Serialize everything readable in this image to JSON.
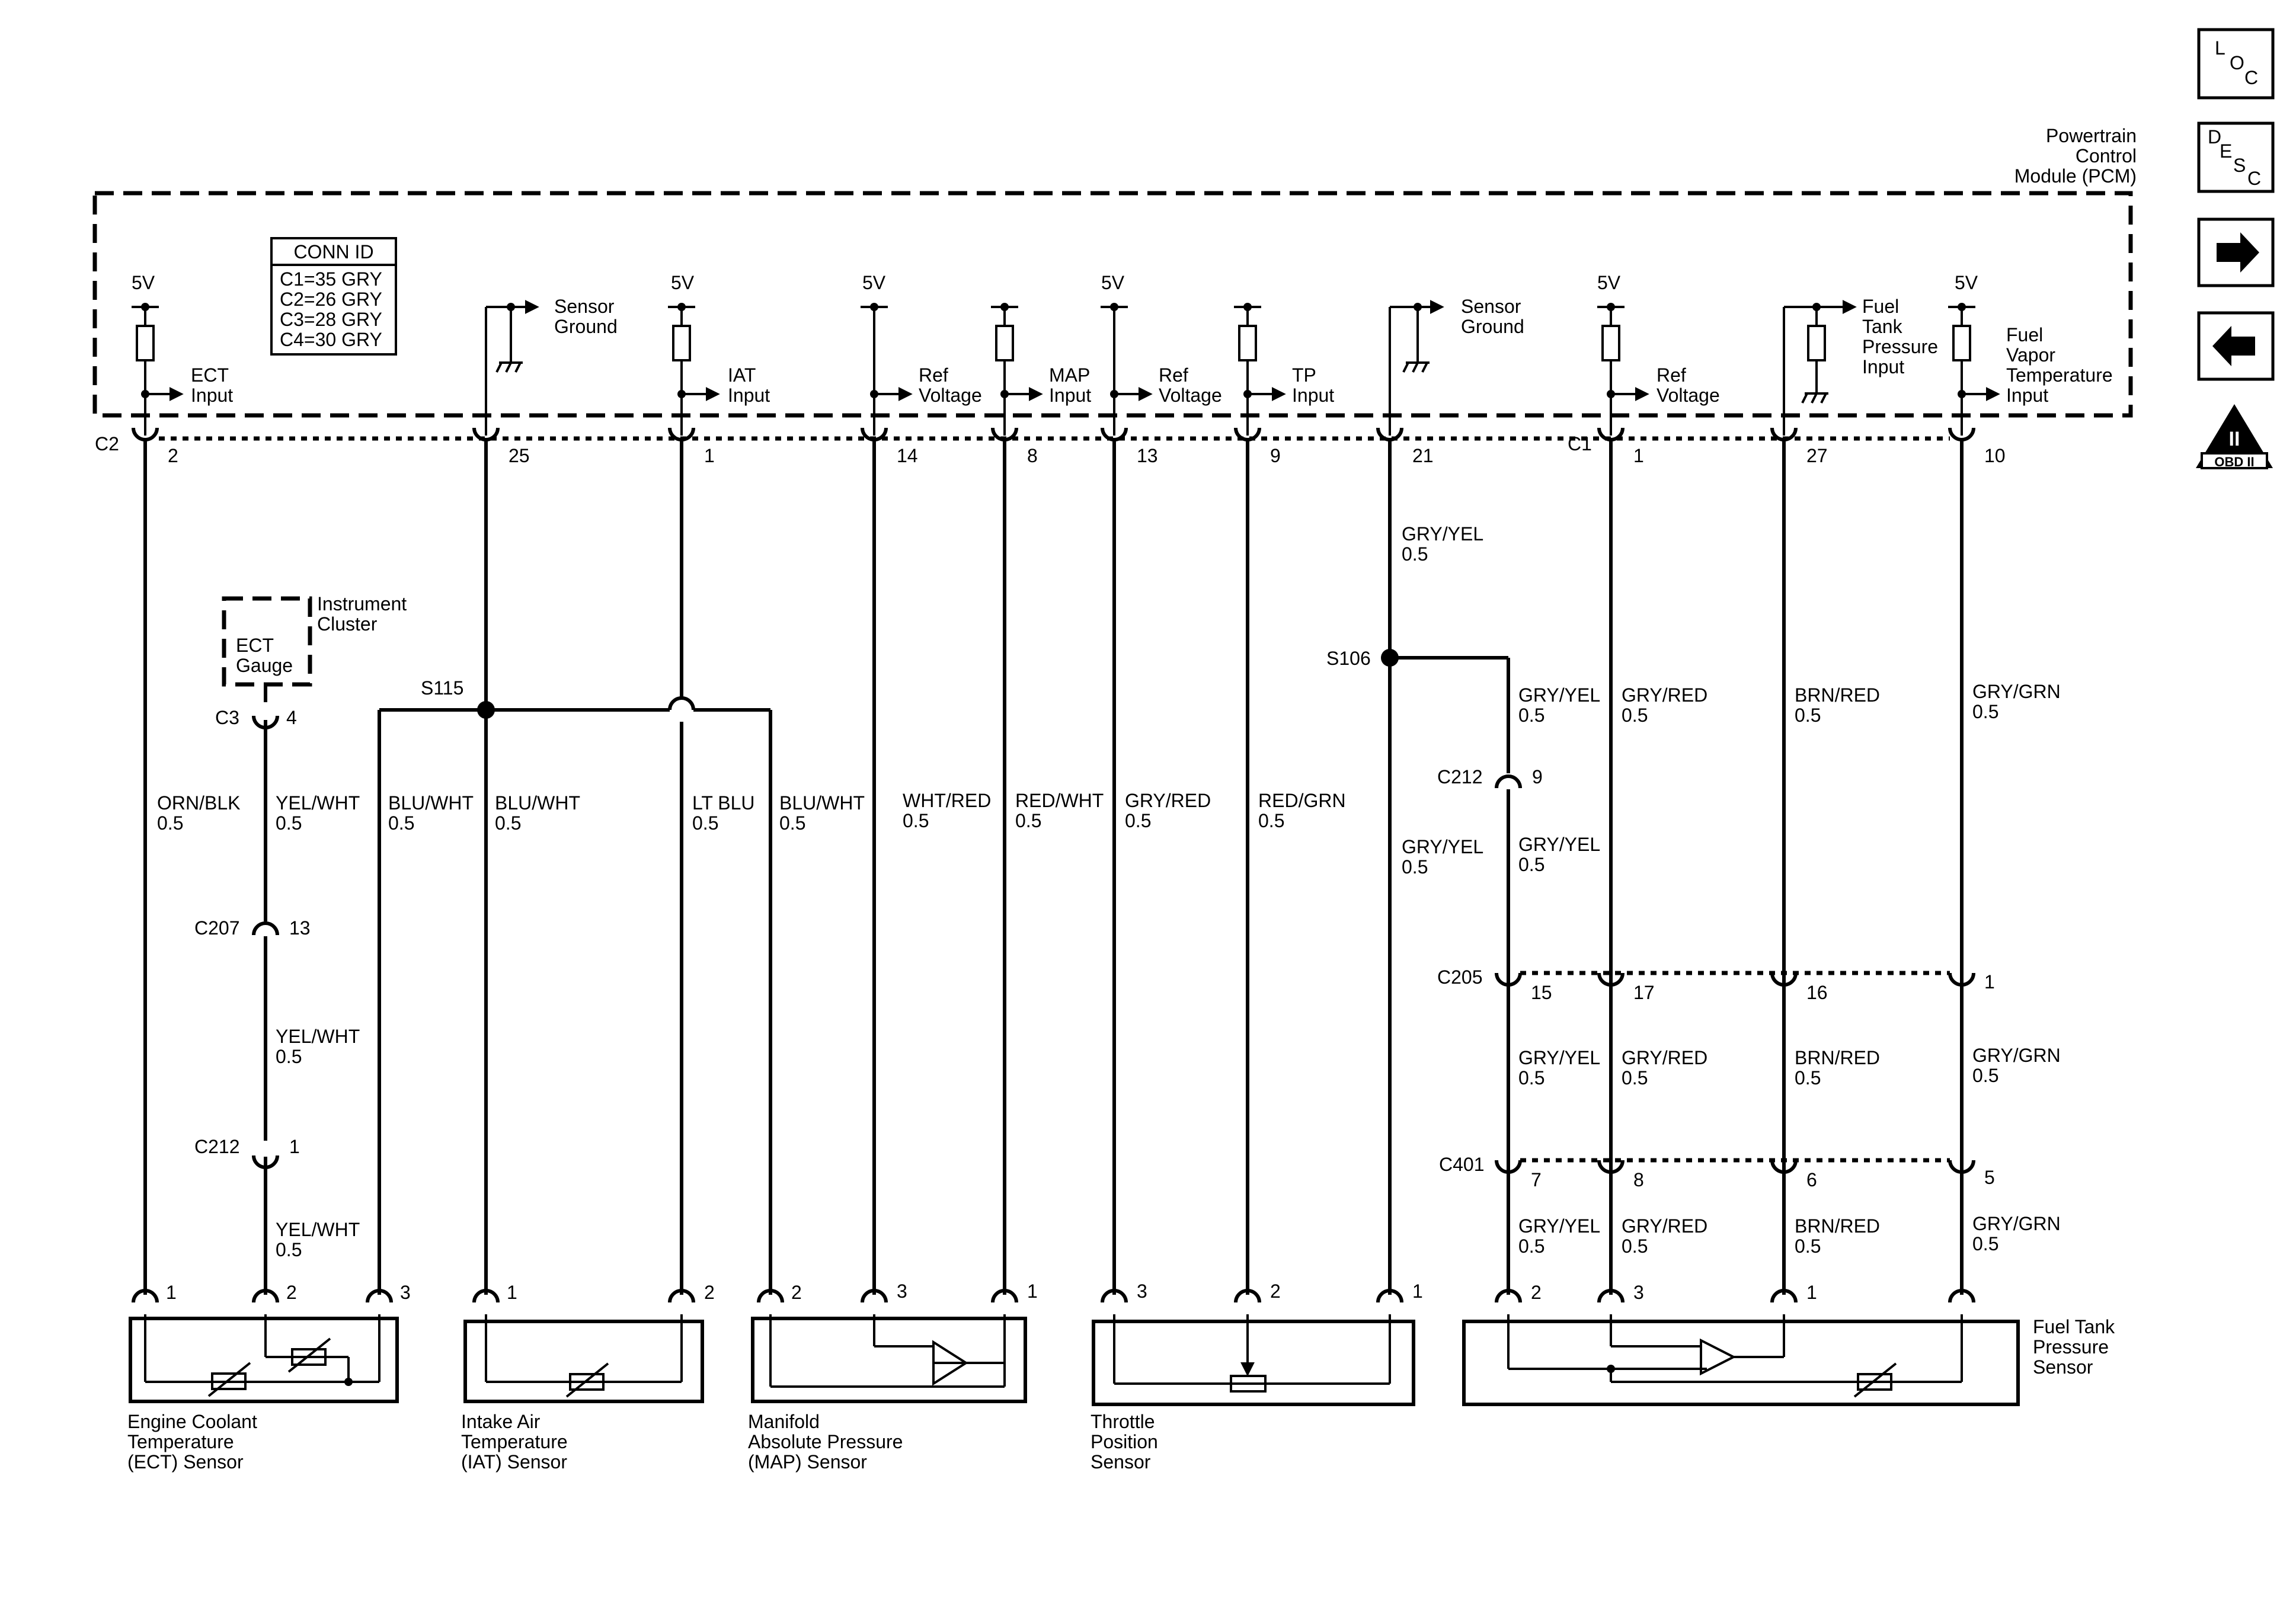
{
  "module": {
    "name": [
      "Powertrain",
      "Control",
      "Module (PCM)"
    ]
  },
  "conn_id": {
    "title": "CONN ID",
    "rows": [
      "C1=35 GRY",
      "C2=26 GRY",
      "C3=28 GRY",
      "C4=30 GRY"
    ]
  },
  "pcm_labels": {
    "v5": "5V",
    "ect_input": [
      "ECT",
      "Input"
    ],
    "sensor_ground": [
      "Sensor",
      "Ground"
    ],
    "iat_input": [
      "IAT",
      "Input"
    ],
    "ref_voltage": [
      "Ref",
      "Voltage"
    ],
    "map_input": [
      "MAP",
      "Input"
    ],
    "tp_input": [
      "TP",
      "Input"
    ],
    "fuel_tank_pressure_input": [
      "Fuel",
      "Tank",
      "Pressure",
      "Input"
    ],
    "fuel_vapor_temp_input": [
      "Fuel",
      "Vapor",
      "Temperature",
      "Input"
    ]
  },
  "connectors": {
    "c2": "C2",
    "c1": "C1",
    "c3": "C3",
    "c207": "C207",
    "c212": "C212",
    "c205": "C205",
    "c401": "C401",
    "s115": "S115",
    "s106": "S106"
  },
  "pins": {
    "pcm": [
      "2",
      "25",
      "1",
      "14",
      "8",
      "13",
      "9",
      "21",
      "1",
      "27",
      "10"
    ],
    "c3": "4",
    "c207": "13",
    "c212_left": "1",
    "c212_right": "9",
    "c205": [
      "15",
      "17",
      "16",
      "1"
    ],
    "c401": [
      "7",
      "8",
      "6",
      "5"
    ],
    "ect_sensor": [
      "1",
      "2",
      "3"
    ],
    "iat_sensor": [
      "1",
      "2"
    ],
    "map_sensor": [
      "2",
      "3",
      "1"
    ],
    "tp_sensor": [
      "3",
      "2",
      "1"
    ],
    "ftp_sensor": [
      "2",
      "3",
      "1"
    ]
  },
  "instrument_cluster": {
    "name": [
      "Instrument",
      "Cluster"
    ],
    "gauge": [
      "ECT",
      "Gauge"
    ]
  },
  "wires": {
    "orn_blk": "ORN/BLK",
    "yel_wht": "YEL/WHT",
    "blu_wht": "BLU/WHT",
    "lt_blu": "LT BLU",
    "wht_red": "WHT/RED",
    "red_wht": "RED/WHT",
    "gry_red": "GRY/RED",
    "red_grn": "RED/GRN",
    "gry_yel": "GRY/YEL",
    "brn_red": "BRN/RED",
    "gry_grn": "GRY/GRN",
    "size": "0.5"
  },
  "sensors": {
    "ect": [
      "Engine Coolant",
      "Temperature",
      "(ECT) Sensor"
    ],
    "iat": [
      "Intake Air",
      "Temperature",
      "(IAT) Sensor"
    ],
    "map": [
      "Manifold",
      "Absolute Pressure",
      "(MAP) Sensor"
    ],
    "tp": [
      "Throttle",
      "Position",
      "Sensor"
    ],
    "ftp": [
      "Fuel Tank",
      "Pressure",
      "Sensor"
    ]
  },
  "side_icons": {
    "loc": [
      "L",
      "O",
      "C"
    ],
    "desc": [
      "D",
      "E",
      "S",
      "C"
    ],
    "obd": [
      "II",
      "OBD II"
    ],
    "next_icon": "arrow-right-icon",
    "prev_icon": "arrow-left-icon"
  }
}
